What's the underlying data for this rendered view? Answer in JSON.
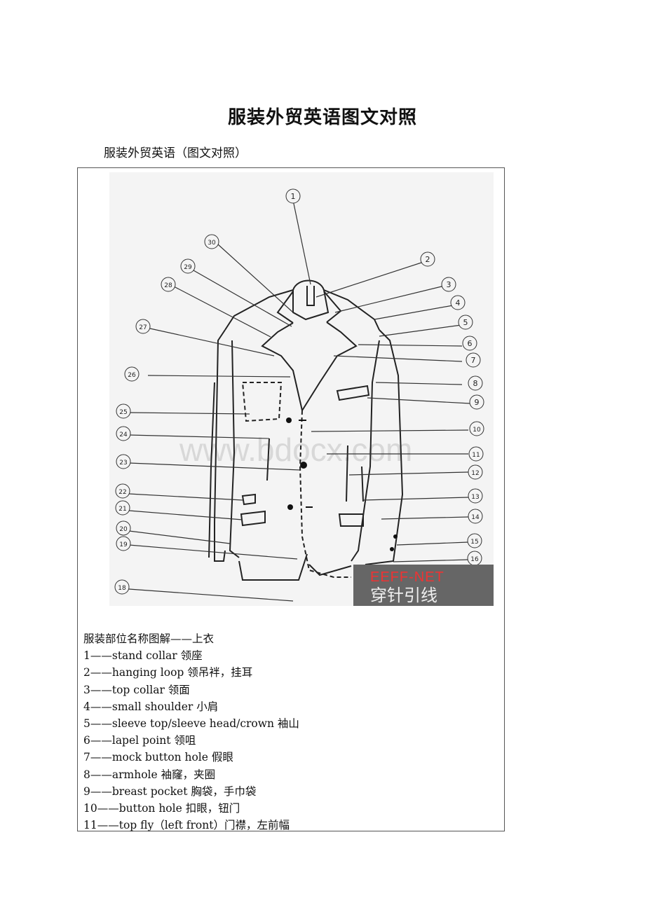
{
  "page": {
    "title": "服装外贸英语图文对照",
    "subtitle": "服装外贸英语（图文对照）"
  },
  "figure": {
    "watermark": "www.bdocx.com",
    "logo_top": "EEFF-NET",
    "logo_bottom": "穿针引线",
    "callouts": [
      "1",
      "2",
      "3",
      "4",
      "5",
      "6",
      "7",
      "8",
      "9",
      "10",
      "11",
      "12",
      "13",
      "14",
      "15",
      "16",
      "18",
      "19",
      "20",
      "21",
      "22",
      "23",
      "24",
      "25",
      "26",
      "27",
      "28",
      "29",
      "30"
    ]
  },
  "list": {
    "heading": "服装部位名称图解——上衣",
    "items": [
      "1——stand collar 领座",
      "2——hanging loop 领吊袢，挂耳",
      "3——top collar 领面",
      "4——small shoulder 小肩",
      "5——sleeve top/sleeve head/crown 袖山",
      "6——lapel point 领咀",
      "7——mock button hole 假眼",
      "8——armhole 袖窿，夹圈",
      "9——breast pocket 胸袋，手巾袋",
      "10——button hole 扣眼，钮门",
      "11——top fly（left front）门襟，左前幅"
    ]
  }
}
